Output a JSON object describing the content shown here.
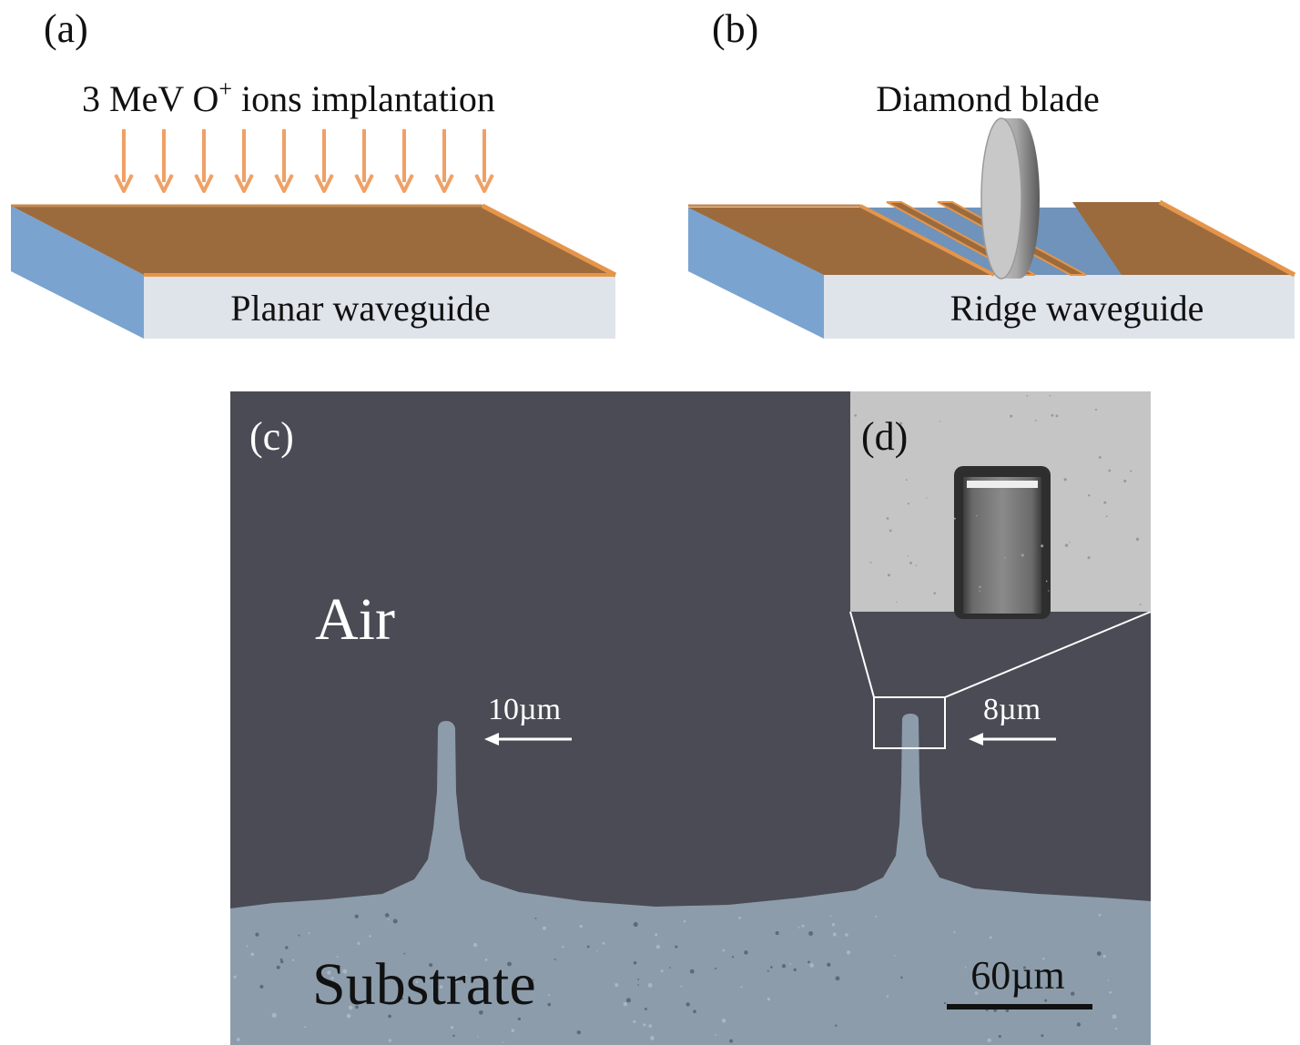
{
  "panels": {
    "a": {
      "label": "(a)",
      "title": "3 MeV O",
      "title_sup": "+",
      "title_rest": " ions implantation",
      "waveguide_label": "Planar waveguide",
      "arrow_count": 10
    },
    "b": {
      "label": "(b)",
      "title": "Diamond blade",
      "waveguide_label": "Ridge waveguide"
    },
    "c": {
      "label": "(c)",
      "air_label": "Air",
      "substrate_label": "Substrate",
      "ridge1_width": "10µm",
      "ridge2_width": "8µm",
      "scale_bar": "60µm"
    },
    "d": {
      "label": "(d)"
    }
  },
  "colors": {
    "implant_layer": "#9c6b3d",
    "implant_edge": "#e5954a",
    "substrate_side": "#7aa3cf",
    "substrate_front": "#dfe3ea",
    "ion_arrows": "#f0a065",
    "micro_air": "#4b4b55",
    "micro_substrate": "#8c9cab",
    "inset_bg": "#c5c5c5"
  }
}
